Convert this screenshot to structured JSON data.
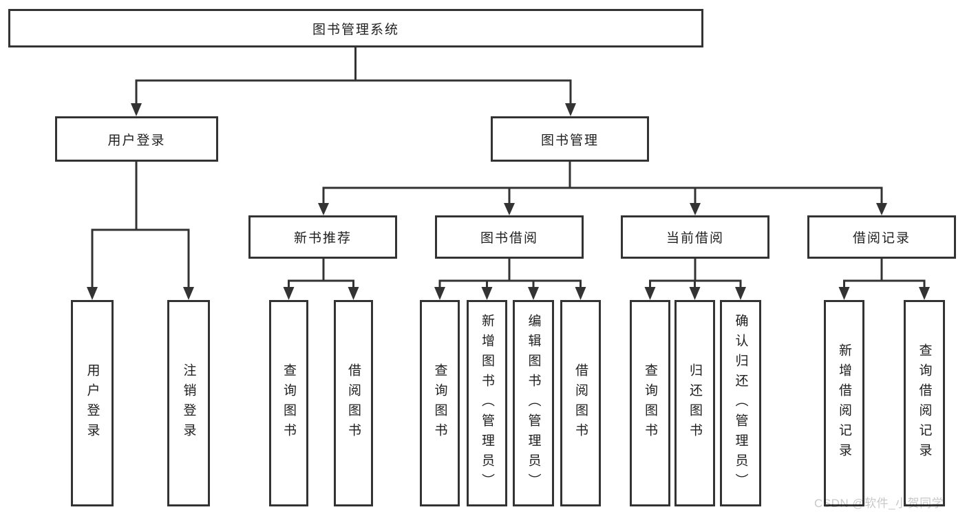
{
  "diagram": {
    "root": {
      "label": "图书管理系统"
    },
    "branches": [
      {
        "label": "用户登录",
        "children": [
          {
            "label": "用户登录"
          },
          {
            "label": "注销登录"
          }
        ]
      },
      {
        "label": "图书管理",
        "children": [
          {
            "label": "新书推荐",
            "children": [
              {
                "label": "查询图书"
              },
              {
                "label": "借阅图书"
              }
            ]
          },
          {
            "label": "图书借阅",
            "children": [
              {
                "label": "查询图书"
              },
              {
                "label": "新增图书（管理员）"
              },
              {
                "label": "编辑图书（管理员）"
              },
              {
                "label": "借阅图书"
              }
            ]
          },
          {
            "label": "当前借阅",
            "children": [
              {
                "label": "查询图书"
              },
              {
                "label": "归还图书"
              },
              {
                "label": "确认归还（管理员）"
              }
            ]
          },
          {
            "label": "借阅记录",
            "children": [
              {
                "label": "新增借阅记录"
              },
              {
                "label": "查询借阅记录"
              }
            ]
          }
        ]
      }
    ]
  },
  "watermark": {
    "text": "CSDN @软件_小贺同学"
  },
  "colors": {
    "line": "#333333",
    "box_background": "#ffffff",
    "text": "#1f1f1f",
    "watermark": "#c8c8c8"
  }
}
